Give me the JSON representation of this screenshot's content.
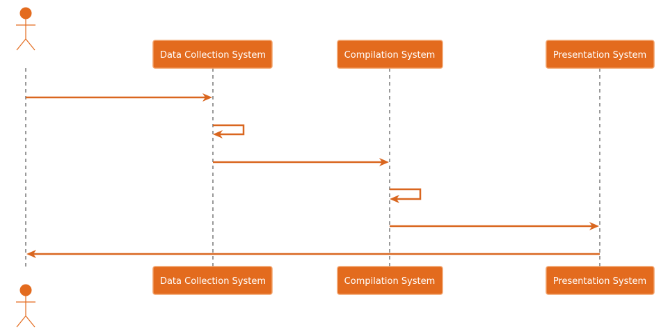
{
  "diagram": {
    "type": "sequence",
    "actor": {
      "label": ""
    },
    "participants": [
      {
        "id": "dcs",
        "label": "Data Collection System"
      },
      {
        "id": "cs",
        "label": "Compilation System"
      },
      {
        "id": "ps",
        "label": "Presentation System"
      }
    ],
    "messages": [
      {
        "from": "actor",
        "to": "dcs",
        "label": ""
      },
      {
        "from": "dcs",
        "to": "dcs",
        "label": ""
      },
      {
        "from": "dcs",
        "to": "cs",
        "label": ""
      },
      {
        "from": "cs",
        "to": "cs",
        "label": ""
      },
      {
        "from": "cs",
        "to": "ps",
        "label": ""
      },
      {
        "from": "ps",
        "to": "actor",
        "label": ""
      }
    ],
    "colors": {
      "accent": "#E36B1E",
      "arrow": "#D9661F",
      "lifeline": "#333333"
    }
  }
}
